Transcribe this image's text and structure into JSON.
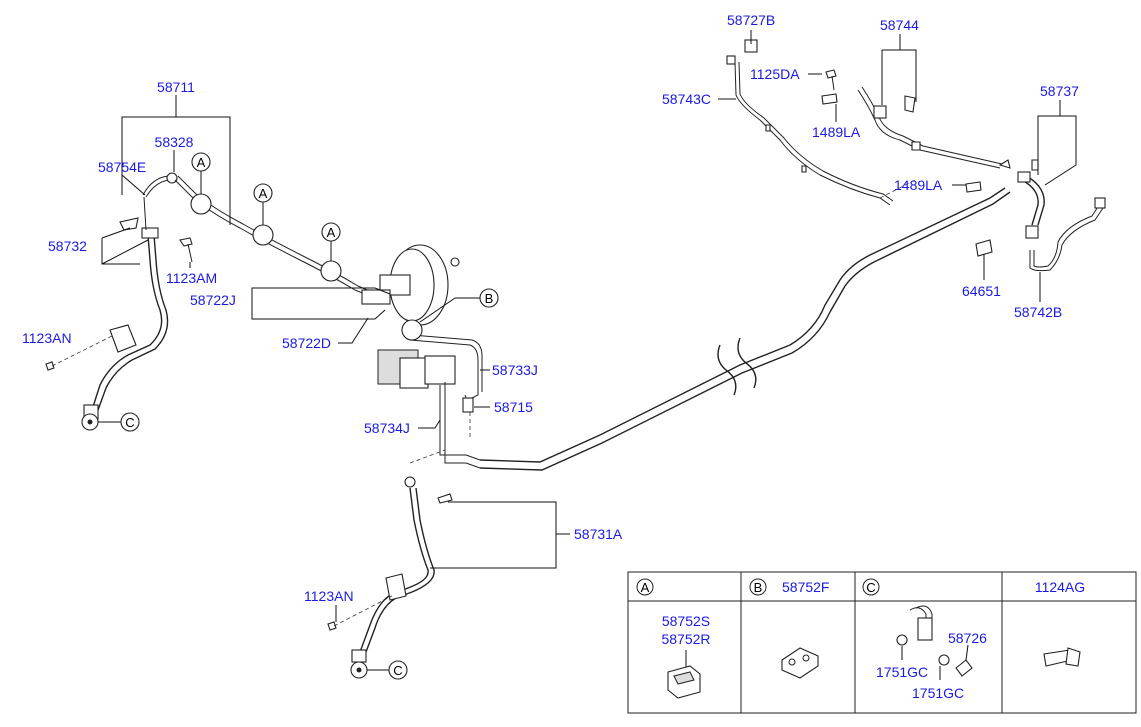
{
  "labels": {
    "p58711": "58711",
    "p58328": "58328",
    "p58754E": "58754E",
    "p58732": "58732",
    "p1123AM": "1123AM",
    "p1123AN_top": "1123AN",
    "p58722J": "58722J",
    "p58722D": "58722D",
    "p58733J": "58733J",
    "p58715": "58715",
    "p58734J": "58734J",
    "p58731A": "58731A",
    "p1123AN_bottom": "1123AN",
    "p58727B": "58727B",
    "p58744": "58744",
    "p1125DA": "1125DA",
    "p58743C": "58743C",
    "p1489LA_top": "1489LA",
    "p1489LA_mid": "1489LA",
    "p58737": "58737",
    "p64651": "64651",
    "p58742B": "58742B"
  },
  "callouts": {
    "a1": "A",
    "a2": "A",
    "a3": "A",
    "b": "B",
    "c_top": "C",
    "c_bottom": "C"
  },
  "table": {
    "col_a_header": "A",
    "col_b_header": "B",
    "col_b_part": "58752F",
    "col_c_header": "C",
    "col_d_header": "1124AG",
    "col_a_parts": [
      "58752S",
      "58752R"
    ],
    "col_c_parts": {
      "p58726": "58726",
      "p1751GC_a": "1751GC",
      "p1751GC_b": "1751GC"
    }
  }
}
